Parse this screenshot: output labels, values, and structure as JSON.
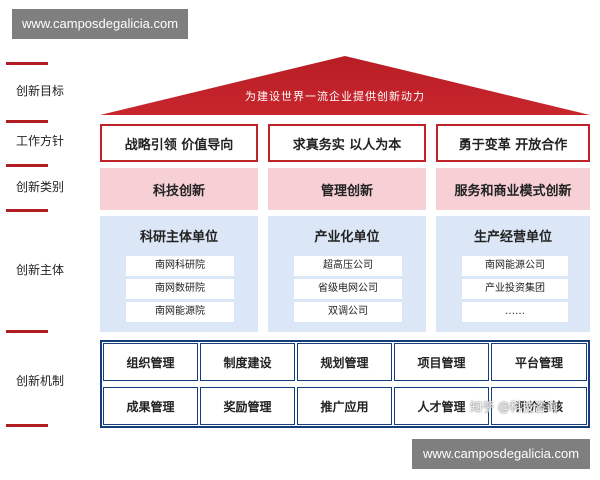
{
  "watermarks": {
    "top": "www.camposdegalicia.com",
    "bottom": "www.camposdegalicia.com"
  },
  "credit": "知乎 @科技咨询",
  "row_labels": [
    "创新目标",
    "工作方针",
    "创新类别",
    "创新主体",
    "创新机制"
  ],
  "roof_title": "为建设世界一流企业提供创新动力",
  "guidelines": [
    "战略引领  价值导向",
    "求真务实  以人为本",
    "勇于变革  开放合作"
  ],
  "categories": [
    "科技创新",
    "管理创新",
    "服务和商业模式创新"
  ],
  "subjects": [
    {
      "title": "科研主体单位",
      "units": [
        "南网科研院",
        "南网数研院",
        "南网能源院"
      ]
    },
    {
      "title": "产业化单位",
      "units": [
        "超高压公司",
        "省级电网公司",
        "双调公司"
      ]
    },
    {
      "title": "生产经营单位",
      "units": [
        "南网能源公司",
        "产业投资集团",
        "……"
      ]
    }
  ],
  "mechanisms": [
    [
      "组织管理",
      "制度建设",
      "规划管理",
      "项目管理",
      "平台管理"
    ],
    [
      "成果管理",
      "奖励管理",
      "推广应用",
      "人才管理",
      "评价考核"
    ]
  ],
  "colors": {
    "accent_red": "#c0222a",
    "navy": "#163c7a",
    "light_blue": "#dbe7f6",
    "light_pink": "#f6d0d4"
  }
}
